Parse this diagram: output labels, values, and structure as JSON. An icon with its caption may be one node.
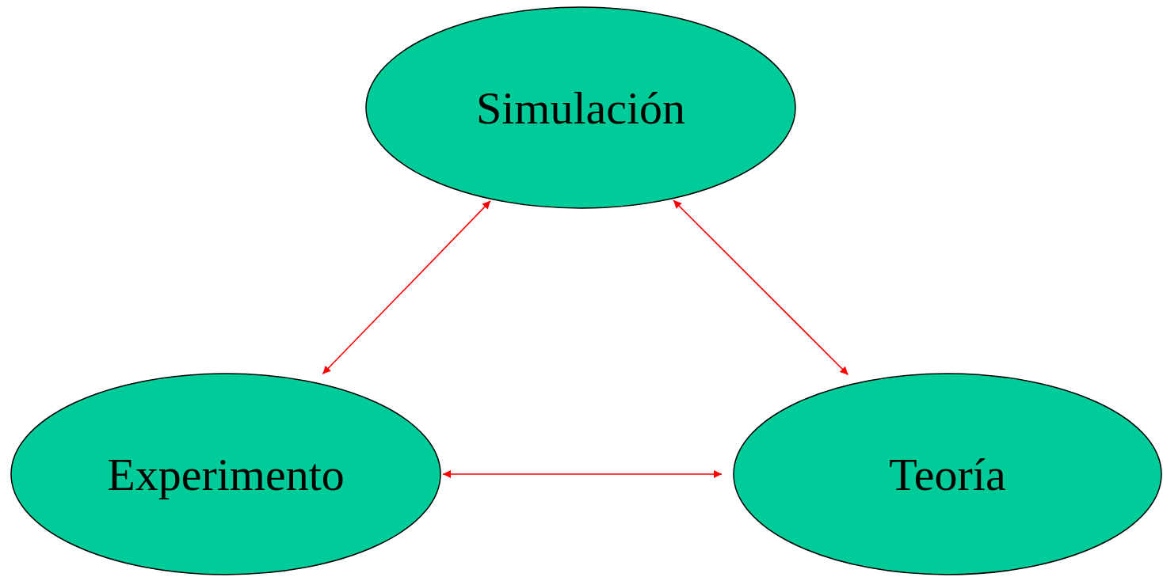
{
  "diagram": {
    "nodes": [
      {
        "text": [
          "Simulación"
        ]
      },
      {
        "text": [
          "Experimento"
        ]
      },
      {
        "text": [
          "Teoría"
        ]
      }
    ],
    "edges": [
      {
        "from": 0,
        "to": 1,
        "arrow": "both"
      },
      {
        "from": 0,
        "to": 2,
        "arrow": "both"
      },
      {
        "from": 1,
        "to": 2,
        "arrow": "both"
      }
    ]
  }
}
